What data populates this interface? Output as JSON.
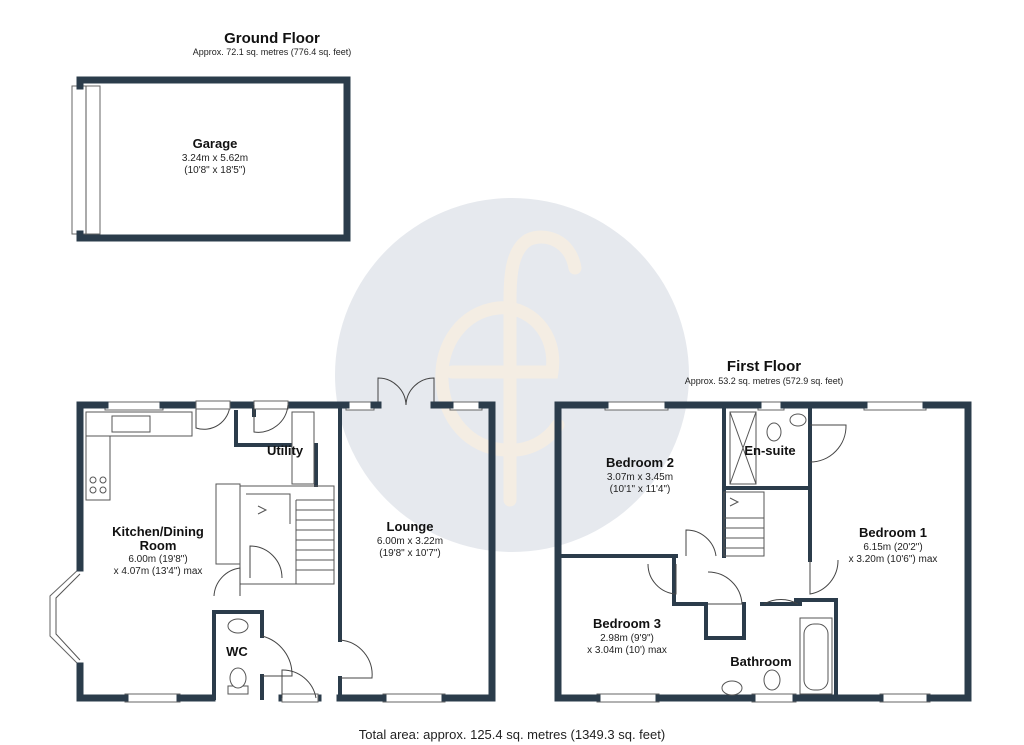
{
  "ground_floor": {
    "title": "Ground Floor",
    "area": "Approx. 72.1 sq. metres (776.4 sq. feet)",
    "rooms": {
      "garage": {
        "name": "Garage",
        "dim1": "3.24m x 5.62m",
        "dim2": "(10'8\" x 18'5\")"
      },
      "utility": {
        "name": "Utility"
      },
      "kitchen": {
        "name1": "Kitchen/Dining",
        "name2": "Room",
        "dim1": "6.00m (19'8\")",
        "dim2": "x 4.07m (13'4\") max"
      },
      "lounge": {
        "name": "Lounge",
        "dim1": "6.00m x 3.22m",
        "dim2": "(19'8\" x 10'7\")"
      },
      "wc": {
        "name": "WC"
      }
    }
  },
  "first_floor": {
    "title": "First Floor",
    "area": "Approx. 53.2 sq. metres (572.9 sq. feet)",
    "rooms": {
      "bedroom2": {
        "name": "Bedroom 2",
        "dim1": "3.07m x 3.45m",
        "dim2": "(10'1\" x 11'4\")"
      },
      "ensuite": {
        "name": "En-suite"
      },
      "bedroom1": {
        "name": "Bedroom 1",
        "dim1": "6.15m (20'2\")",
        "dim2": "x 3.20m (10'6\") max"
      },
      "bedroom3": {
        "name": "Bedroom 3",
        "dim1": "2.98m (9'9\")",
        "dim2": "x 3.04m (10') max"
      },
      "bathroom": {
        "name": "Bathroom"
      }
    }
  },
  "total_area": "Total area: approx. 125.4 sq. metres (1349.3 sq. feet)",
  "colors": {
    "wall": "#2b3c4b",
    "watermark_circle": "#e6e9ee",
    "watermark_letter": "#f4ede3"
  },
  "watermark_icon": "ef-monogram-logo"
}
